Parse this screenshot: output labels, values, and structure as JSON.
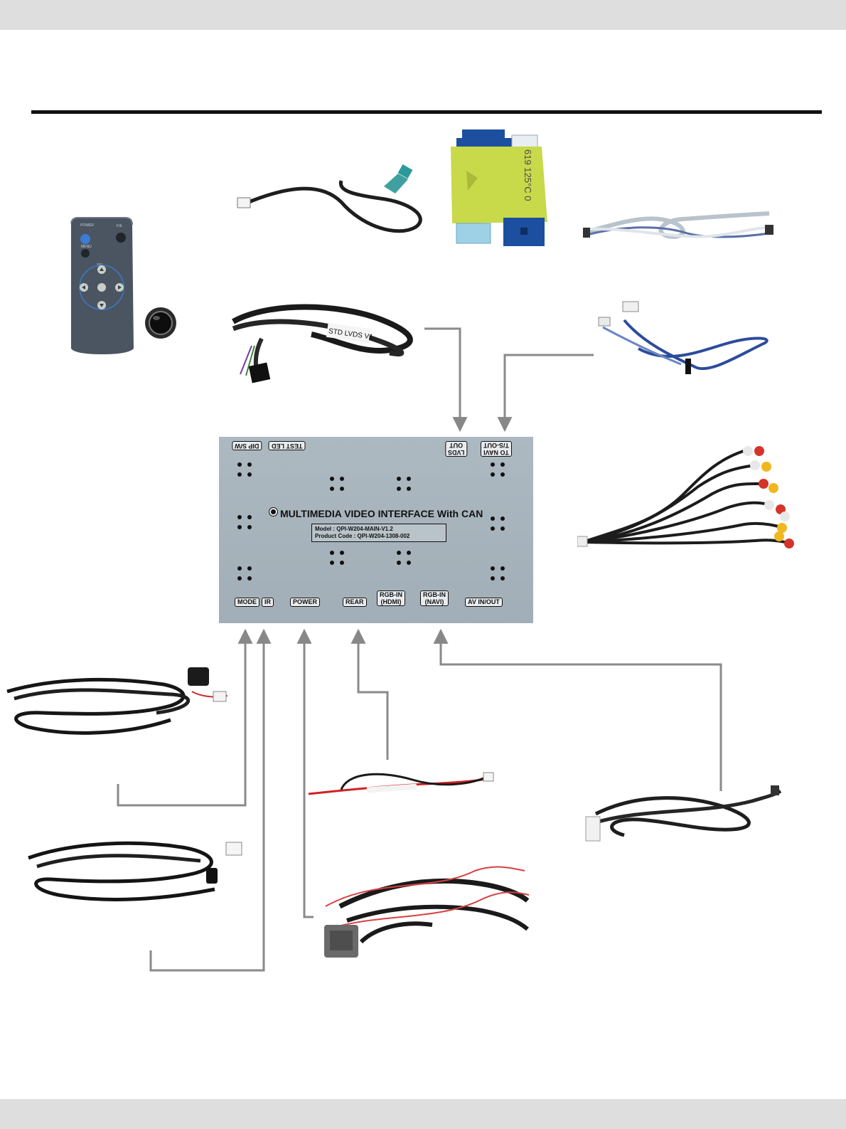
{
  "module": {
    "title": "MULTIMEDIA VIDEO INTERFACE With CAN",
    "model_line": "Model : QPI-W204-MAIN-V1.2",
    "product_line": "Product Code : QPI-W204-1308-002",
    "top_labels": {
      "dip": "DIP S/W",
      "test_led": "TEST LED",
      "lvds_out_1": "LVDS",
      "lvds_out_2": "OUT",
      "navi_1": "TO NAVI",
      "navi_2": "T/S-OUT"
    },
    "bottom_labels": {
      "mode": "MODE",
      "ir": "IR",
      "power": "POWER",
      "rear": "REAR",
      "rgb_hdmi_1": "RGB-IN",
      "rgb_hdmi_2": "(HDMI)",
      "rgb_navi_1": "RGB-IN",
      "rgb_navi_2": "(NAVI)",
      "av": "AV IN/OUT"
    }
  },
  "printed_markings": {
    "lvds_cable_tag": "STD LVDS V1",
    "can_module_print": "619 125°C 0",
    "remote_buttons": {
      "power": "POWER",
      "fn": "F/E",
      "menu": "MENU",
      "sel": "SEL"
    }
  },
  "colors": {
    "module_body": "#a6b3bc",
    "arrow_lines": "#888888",
    "header_band": "#dedede",
    "remote_body": "#4a5561",
    "can_module_wrap": "#c8d94a",
    "can_connector_blue": "#1c4fa0"
  }
}
